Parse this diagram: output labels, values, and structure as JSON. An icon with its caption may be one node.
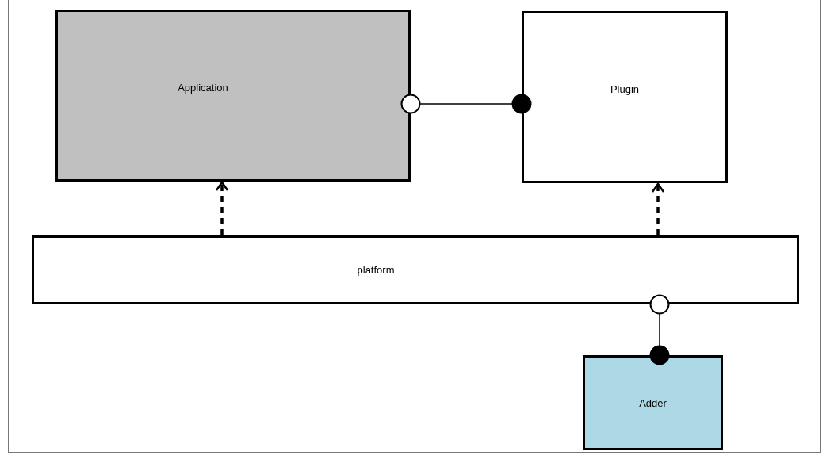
{
  "diagram": {
    "nodes": [
      {
        "text": [
          "Application"
        ]
      },
      {
        "text": [
          "Plugin"
        ]
      },
      {
        "text": [
          "platform"
        ]
      },
      {
        "text": [
          "Adder"
        ]
      }
    ],
    "edges": [
      {
        "from": 0,
        "to": 1,
        "arrow": "other"
      },
      {
        "from": 2,
        "to": 0,
        "arrow": "to",
        "style": "dashed"
      },
      {
        "from": 2,
        "to": 1,
        "arrow": "to",
        "style": "dashed"
      },
      {
        "from": 2,
        "to": 3,
        "arrow": "other"
      }
    ]
  }
}
